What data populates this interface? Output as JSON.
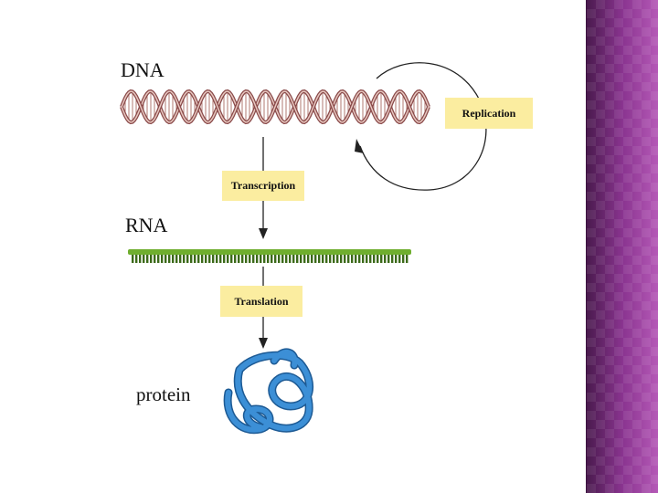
{
  "diagram": {
    "labels": {
      "dna": "DNA",
      "rna": "RNA",
      "protein": "protein"
    },
    "steps": {
      "replication": "Replication",
      "transcription": "Transcription",
      "translation": "Translation"
    }
  },
  "colors": {
    "dna_strand": "#8a4a4a",
    "dna_fill": "#e8c8c0",
    "rna_backbone": "#6fae2e",
    "rna_bases": "#3c6a1a",
    "protein": "#2f7fc4",
    "step_box": "#fbeda0",
    "sidebar": "#6a2470"
  }
}
